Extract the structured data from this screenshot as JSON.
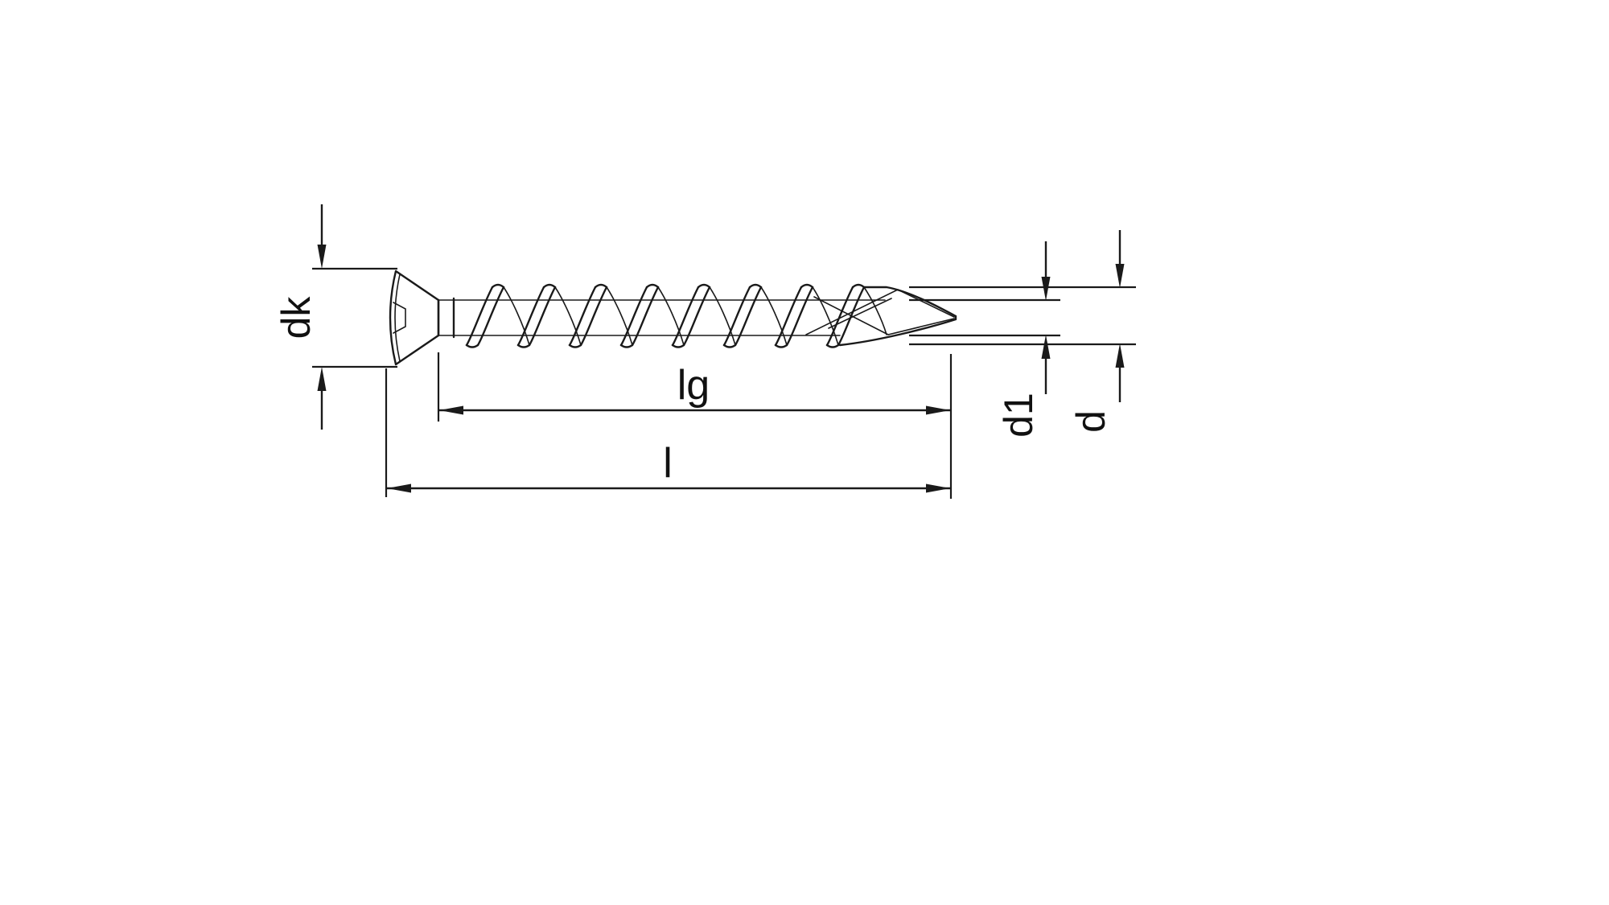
{
  "diagram": {
    "kind": "screw-technical-drawing",
    "labels": {
      "head_diameter": "dk",
      "thread_length": "lg",
      "total_length": "l",
      "core_diameter": "d1",
      "outer_diameter": "d"
    },
    "colors": {
      "line": "#1a1a1a",
      "background": "#ffffff"
    }
  }
}
